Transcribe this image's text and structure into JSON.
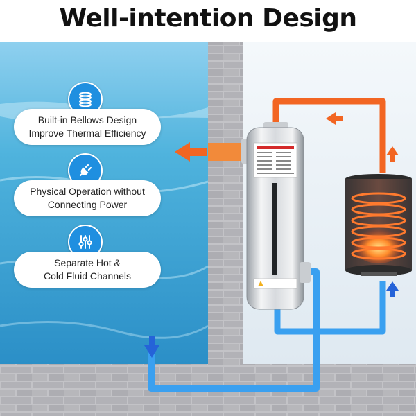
{
  "title": "Well-intention Design",
  "features": [
    {
      "icon": "spring-coil-icon",
      "line1": "Built-in Bellows Design",
      "line2": "Improve Thermal Efficiency"
    },
    {
      "icon": "power-plug-icon",
      "line1": "Physical Operation without",
      "line2": "Connecting Power"
    },
    {
      "icon": "sliders-icon",
      "line1": "Separate Hot &",
      "line2": "Cold Fluid Channels"
    }
  ],
  "colors": {
    "feature_icon": "#1f8fe0",
    "hot_pipe": "#f26522",
    "cold_pipe": "#3aa0f0",
    "water": "#4fb3dd",
    "brick": "#b9b9bd"
  },
  "icons": {
    "flow_out": "arrow-left-icon",
    "hot_flow": "arrow-up-icon",
    "return_flow": "arrow-left-icon",
    "cold_flow": "arrow-up-icon",
    "pool_inlet": "arrow-down-icon"
  }
}
